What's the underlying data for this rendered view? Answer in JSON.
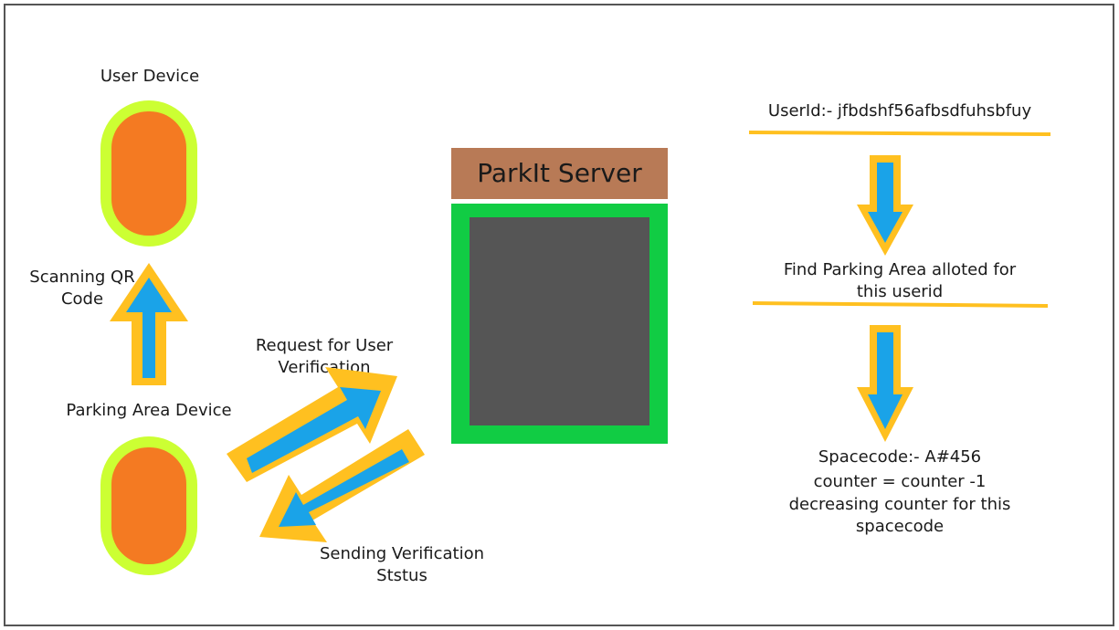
{
  "left": {
    "user_device_label": "User Device",
    "scanning_label_line1": "Scanning QR",
    "scanning_label_line2": "Code",
    "parking_device_label": "Parking Area Device",
    "request_label_line1": "Request for User",
    "request_label_line2": "Verification",
    "sending_label_line1": "Sending Verification",
    "sending_label_line2": "Ststus"
  },
  "server": {
    "title": "ParkIt Server"
  },
  "right": {
    "userid_text": "UserId:- jfbdshf56afbsdfuhsbfuy",
    "find_line1": "Find Parking Area alloted for",
    "find_line2": "this userid",
    "spacecode": "Spacecode:- A#456",
    "counter_line": "counter = counter -1",
    "decreasing_line1": "decreasing counter for this",
    "decreasing_line2": "spacecode"
  },
  "colors": {
    "device_border": "#ccff33",
    "device_fill": "#f47a22",
    "arrow_outline": "#ffc020",
    "arrow_fill": "#1aa3e8",
    "server_title_bg": "#b87a56",
    "server_border": "#11cc44",
    "server_screen": "#555555",
    "divider": "#ffc020"
  }
}
